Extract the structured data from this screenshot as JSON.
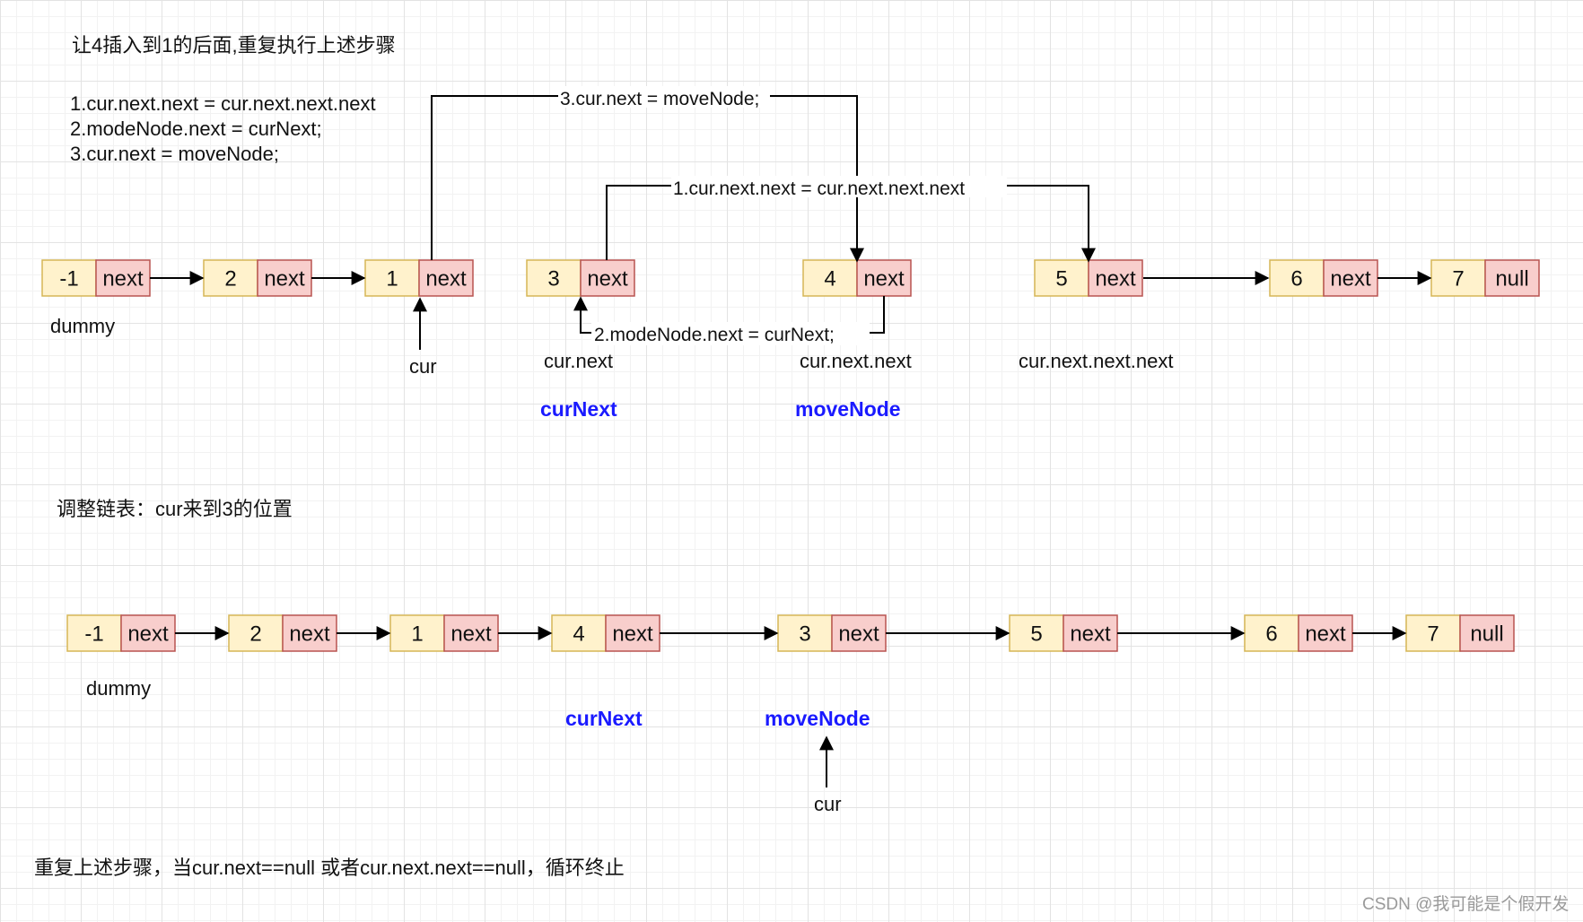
{
  "top_title": "让4插入到1的后面,重复执行上述步骤",
  "steps": [
    "1.cur.next.next = cur.next.next.next",
    "2.modeNode.next = curNext;",
    "3.cur.next = moveNode;"
  ],
  "top_list": {
    "nodes": [
      {
        "value": "-1",
        "ptr": "next"
      },
      {
        "value": "2",
        "ptr": "next"
      },
      {
        "value": "1",
        "ptr": "next"
      },
      {
        "value": "3",
        "ptr": "next"
      },
      {
        "value": "4",
        "ptr": "next"
      },
      {
        "value": "5",
        "ptr": "next"
      },
      {
        "value": "6",
        "ptr": "next"
      },
      {
        "value": "7",
        "ptr": "null"
      }
    ],
    "labels": {
      "dummy": "dummy",
      "cur": "cur",
      "cur_next": "cur.next",
      "cur_next_next": "cur.next.next",
      "cur_next_next_next": "cur.next.next.next",
      "cur_next_var": "curNext",
      "move_node_var": "moveNode"
    },
    "edge_labels": {
      "step1": "1.cur.next.next = cur.next.next.next",
      "step2": "2.modeNode.next = curNext;",
      "step3": "3.cur.next = moveNode;"
    }
  },
  "middle_title": "调整链表：cur来到3的位置",
  "bottom_list": {
    "nodes": [
      {
        "value": "-1",
        "ptr": "next"
      },
      {
        "value": "2",
        "ptr": "next"
      },
      {
        "value": "1",
        "ptr": "next"
      },
      {
        "value": "4",
        "ptr": "next"
      },
      {
        "value": "3",
        "ptr": "next"
      },
      {
        "value": "5",
        "ptr": "next"
      },
      {
        "value": "6",
        "ptr": "next"
      },
      {
        "value": "7",
        "ptr": "null"
      }
    ],
    "labels": {
      "dummy": "dummy",
      "cur_next_var": "curNext",
      "move_node_var": "moveNode",
      "cur": "cur"
    }
  },
  "bottom_text": "重复上述步骤，当cur.next==null 或者cur.next.next==null，循环终止",
  "watermark": "CSDN @我可能是个假开发"
}
